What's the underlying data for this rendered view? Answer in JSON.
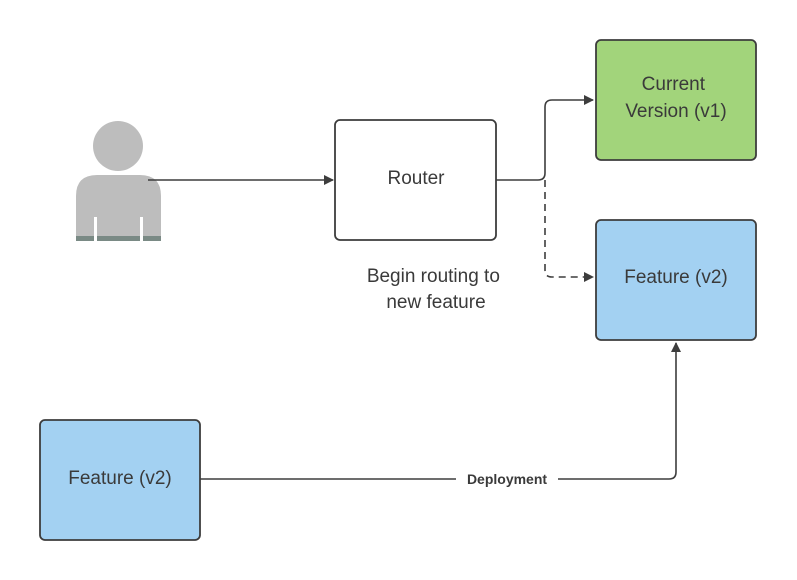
{
  "nodes": {
    "user": {
      "icon": "user-icon"
    },
    "router": {
      "label": "Router"
    },
    "current": {
      "label_line1": "Current",
      "label_line2": "Version (v1)"
    },
    "feature_target": {
      "label": "Feature (v2)"
    },
    "feature_source": {
      "label": "Feature (v2)"
    }
  },
  "captions": {
    "routing_line1": "Begin routing to",
    "routing_line2": "new feature"
  },
  "edges": {
    "deployment": {
      "label": "Deployment"
    }
  },
  "colors": {
    "current_fill": "#a2d47b",
    "feature_fill": "#a3d1f2",
    "stroke": "#3d3d3d",
    "user_icon": "#bdbdbd",
    "user_icon_stripe": "#7a8a85"
  }
}
